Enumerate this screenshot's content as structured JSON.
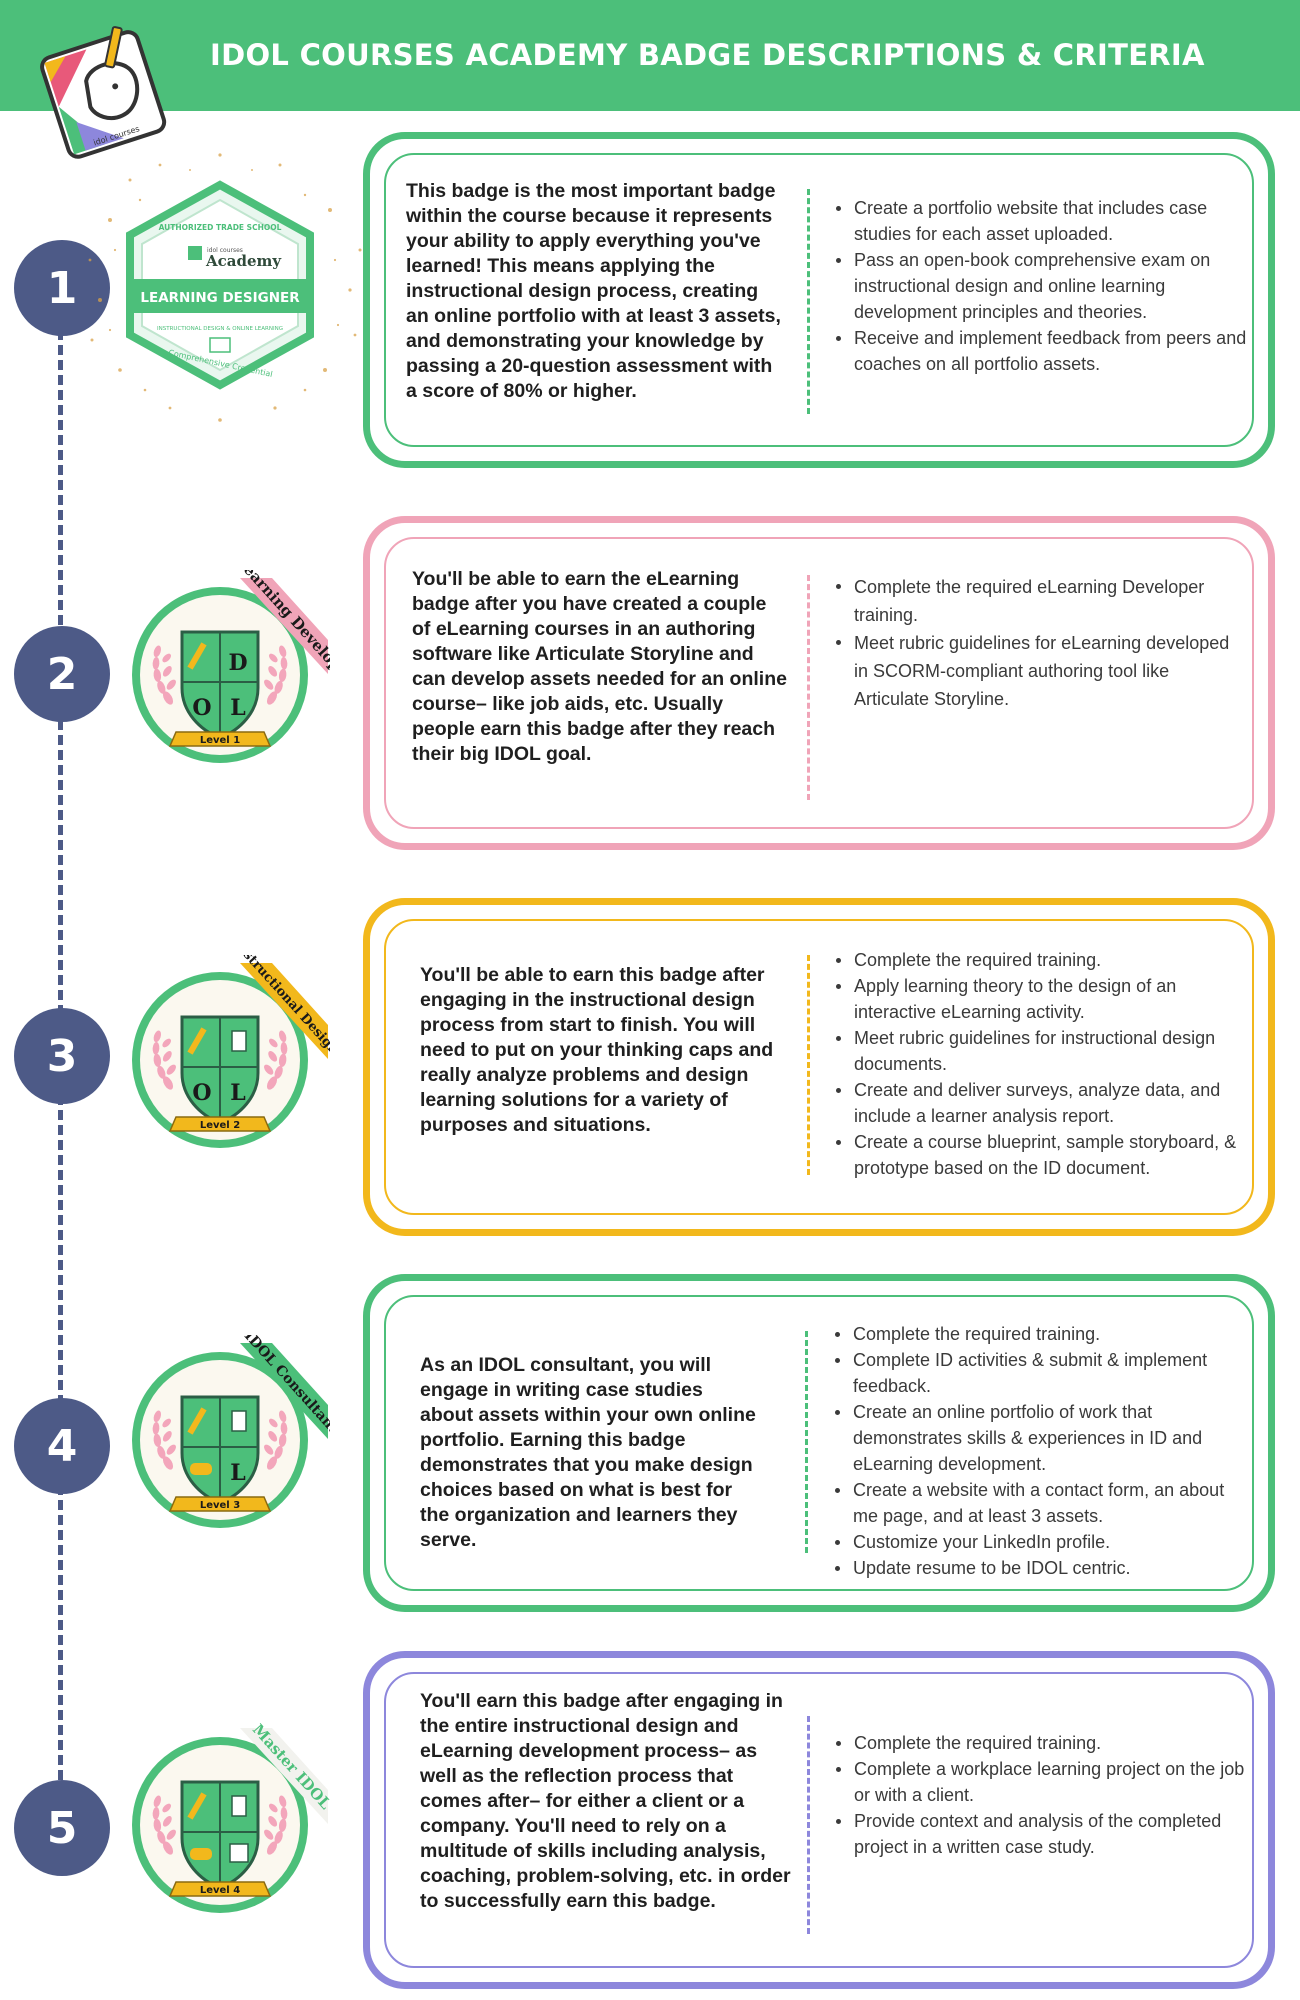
{
  "header": {
    "title": "IDOL COURSES ACADEMY BADGE DESCRIPTIONS & CRITERIA",
    "logo_text": "idol courses"
  },
  "colors": {
    "header_green": "#4cbf7a",
    "step_circle": "#4d5a87",
    "green": "#4cbf7a",
    "pink": "#f0a4b8",
    "gold": "#f2b81c",
    "purple": "#8d87dc"
  },
  "badges": [
    {
      "number": "1",
      "badge": {
        "top_text": "AUTHORIZED TRADE SCHOOL",
        "brand_small": "idol courses",
        "brand": "Academy",
        "banner": "LEARNING DESIGNER",
        "sub_text": "INSTRUCTIONAL DESIGN & ONLINE LEARNING",
        "bottom_text": "Comprehensive Credential"
      },
      "description": "This badge is the most important badge within the course because it represents your ability to apply everything you've learned! This means applying the instructional design process, creating an online portfolio with at least 3 assets, and demonstrating your knowledge by passing a 20-question assessment with a score of 80% or higher.",
      "criteria": [
        "Create a portfolio website that includes case studies for each asset uploaded.",
        "Pass an open-book comprehensive exam on instructional design and online learning development principles and theories.",
        "Receive and implement feedback from peers and coaches on all portfolio assets."
      ]
    },
    {
      "number": "2",
      "badge": {
        "ribbon": "eLearning Developer",
        "level": "Level 1",
        "letters": [
          "D",
          "O",
          "L"
        ]
      },
      "description": "You'll be able to earn the eLearning badge after you have created a couple of eLearning courses in an authoring software like Articulate Storyline and can develop assets needed for an online course– like job aids, etc. Usually people earn this badge after they reach their big IDOL goal.",
      "criteria": [
        "Complete the required eLearning Developer training.",
        "Meet rubric guidelines for eLearning developed in SCORM-compliant authoring tool like Articulate Storyline."
      ]
    },
    {
      "number": "3",
      "badge": {
        "ribbon": "Instructional Designer",
        "level": "Level 2",
        "letters": [
          "O",
          "L"
        ]
      },
      "description": "You'll be able to earn this badge after engaging in the instructional design process from start to finish. You will need to put on your thinking caps and really analyze problems and design learning solutions for a variety of purposes and situations.",
      "criteria": [
        "Complete the required training.",
        "Apply learning theory to the design of an interactive eLearning activity.",
        "Meet rubric guidelines for instructional design documents.",
        "Create and deliver surveys, analyze data, and include a learner analysis report.",
        "Create a course blueprint, sample storyboard, & prototype based on the ID document."
      ]
    },
    {
      "number": "4",
      "badge": {
        "ribbon": "IDOL Consultant",
        "level": "Level 3",
        "letters": [
          "L"
        ]
      },
      "description": "As an IDOL consultant, you will engage in writing case studies about assets within your own online portfolio. Earning this badge demonstrates that you make design choices based on what is best for the organization and learners they serve.",
      "criteria": [
        "Complete the required training.",
        "Complete ID activities & submit & implement feedback.",
        "Create an online portfolio of work that demonstrates skills & experiences in ID and eLearning development.",
        "Create a website with a contact form, an about me page, and at least 3 assets.",
        "Customize your LinkedIn profile.",
        "Update resume to be IDOL centric."
      ]
    },
    {
      "number": "5",
      "badge": {
        "ribbon": "Master IDOL",
        "level": "Level 4",
        "letters": []
      },
      "description": "You'll earn this badge after engaging in the entire instructional design and eLearning development process– as well as the reflection process that comes after– for either a client or a company. You'll need to rely on a multitude of skills including analysis, coaching, problem-solving, etc. in order to successfully earn this badge.",
      "criteria": [
        "Complete the required training.",
        "Complete a workplace learning project on the job or with a client.",
        "Provide context and analysis of the completed project in a written case study."
      ]
    }
  ]
}
